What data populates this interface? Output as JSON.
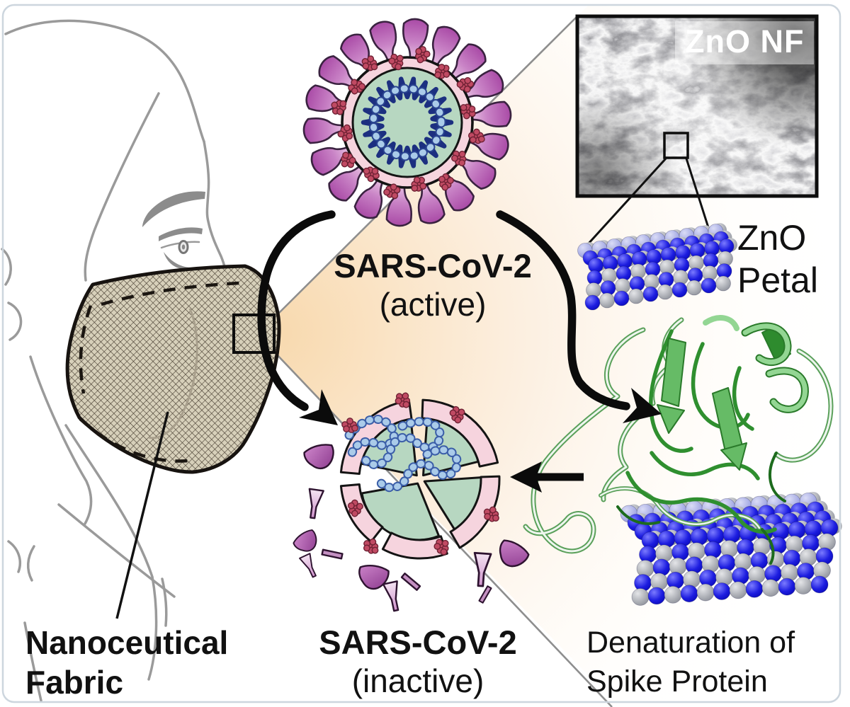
{
  "figure": {
    "description": "Schematic of nanoceutical fabric with ZnO nanoflowers deactivating SARS-CoV-2",
    "mask": {
      "label_line1": "Nanoceutical",
      "label_line2": "Fabric"
    },
    "virus_active": {
      "label_line1": "SARS-CoV-2",
      "label_line2": "(active)"
    },
    "virus_inactive": {
      "label_line1": "SARS-CoV-2",
      "label_line2": "(inactive)"
    },
    "sem": {
      "label": "ZnO NF"
    },
    "petal": {
      "label_line1": "ZnO",
      "label_line2": "Petal"
    },
    "denaturation": {
      "label_line1": "Denaturation of",
      "label_line2": "Spike Protein"
    },
    "colors": {
      "beam_peach": "#f8d9ae",
      "membrane_pink": "#f6d4de",
      "core_teal": "#b7d7c1",
      "spike_purple": "#a94aa6",
      "membrane_protein_red": "#c04a63",
      "rna_navy": "#1c2f80",
      "rna_bead_blue": "#aacbe9",
      "zno_blue": "#1d1de0",
      "zno_gray": "#a6a9b0",
      "protein_green": "#2f8f2f",
      "fabric_beige": "#d7d0ba",
      "sketch_gray": "#9a9a9a",
      "arrow_black": "#0b0b0b",
      "border_gray": "#cdd6de"
    },
    "icons": [
      "curved-arrow-capture-icon",
      "curved-arrow-to-zno-icon",
      "straight-arrow-left-icon",
      "inspection-box-icon",
      "sem-inset-box-icon"
    ]
  }
}
